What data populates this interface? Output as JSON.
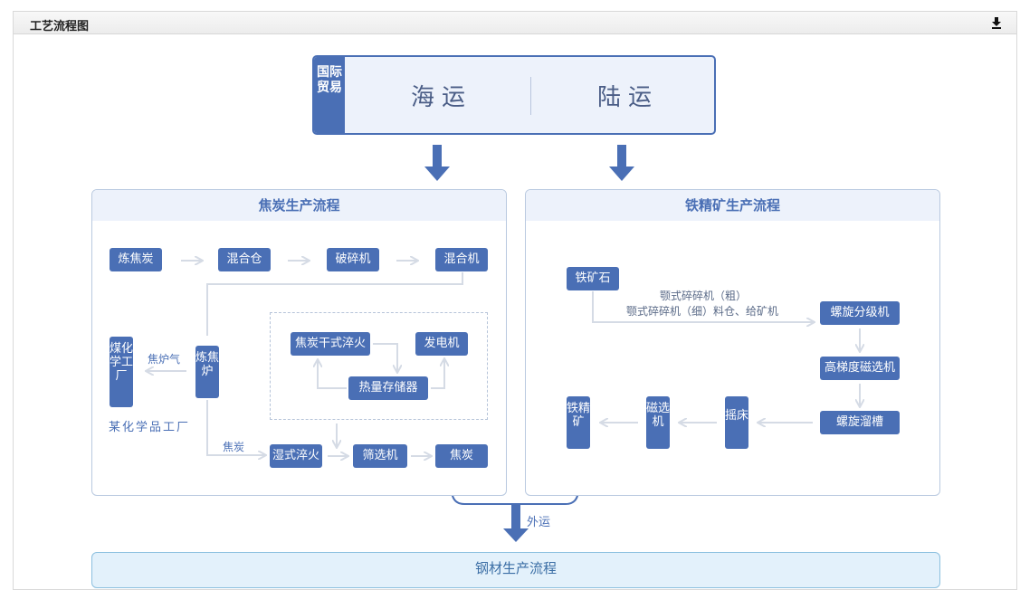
{
  "panel": {
    "title": "工艺流程图",
    "download_icon": "download-icon"
  },
  "trade": {
    "tag": "国际贸易",
    "routes": [
      {
        "label": "海运"
      },
      {
        "label": "陆运"
      }
    ]
  },
  "coke": {
    "title": "焦炭生产流程",
    "row1": [
      "炼焦炭",
      "混合仓",
      "破碎机",
      "混合机"
    ],
    "oven": "炼焦炉",
    "gas_label": "焦炉气",
    "factory_node": "煤化学工厂",
    "factory_name": "某化学品工厂",
    "dry_quench": "焦炭干式淬火",
    "generator": "发电机",
    "heat_storage": "热量存储器",
    "coke_label": "焦炭",
    "row_bottom": [
      "湿式淬火",
      "筛选机",
      "焦炭"
    ]
  },
  "iron": {
    "title": "铁精矿生产流程",
    "ore": "铁矿石",
    "crusher_line1": "颚式碎碎机（粗）",
    "crusher_line2": "颚式碎碎机（细）料仓、给矿机",
    "classifier": "螺旋分级机",
    "magnetic_hg": "高梯度磁选机",
    "chute": "螺旋溜槽",
    "shaker": "摇床",
    "magnetic": "磁选机",
    "concentrate": "铁精矿"
  },
  "shipping_out": "外运",
  "bottom": {
    "title": "钢材生产流程"
  },
  "colors": {
    "accent": "#4a6fb5",
    "panel_bg": "#edf2fb",
    "line": "#d5dbe5",
    "bottom_bg": "#e3f1fb"
  }
}
